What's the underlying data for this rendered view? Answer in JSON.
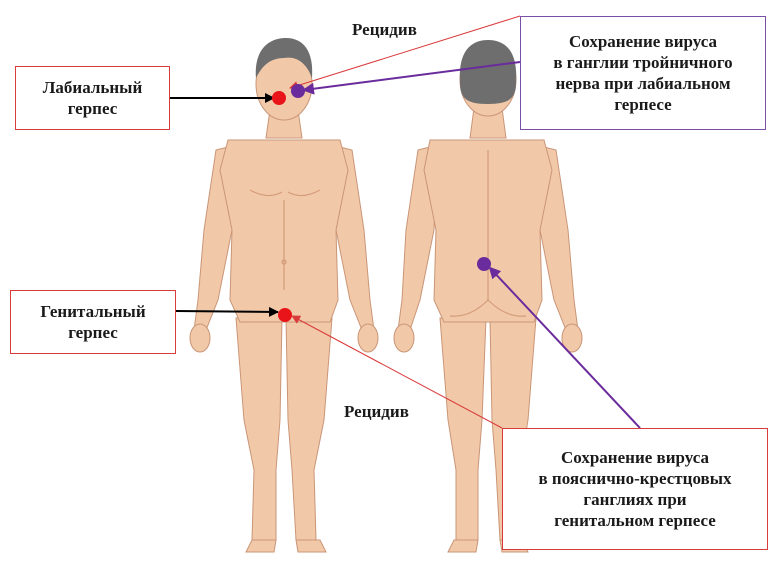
{
  "labels": {
    "relapse_top": "Рецидив",
    "relapse_bottom": "Рецидив",
    "labial": [
      "Лабиальный",
      "герпес"
    ],
    "genital": [
      "Генитальный",
      "герпес"
    ],
    "trigeminal": [
      "Сохранение вируса",
      "в ганглии тройничного",
      "нерва при лабиальном",
      "герпесе"
    ],
    "sacral": [
      "Сохранение вируса",
      "в пояснично-крестцовых",
      "ганглиях при",
      "генитальном герпесе"
    ]
  },
  "colors": {
    "skin": "#f2c9a8",
    "skin_shadow": "#e3ae8a",
    "hair": "#6e6e6e",
    "red_marker": "#e8141a",
    "purple_marker": "#6a2b9c",
    "red_line": "#d93a3a",
    "purple_line": "#7b4fa8"
  }
}
